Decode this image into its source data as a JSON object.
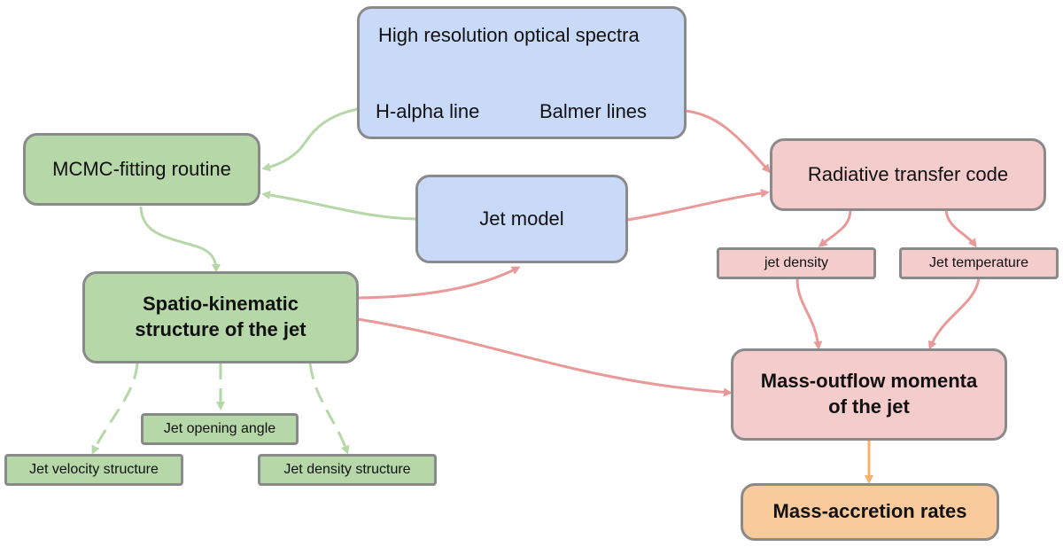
{
  "colors": {
    "blue": "#c9daf8",
    "green": "#b6d7a8",
    "pink": "#f4cccc",
    "orange": "#f9cb9c",
    "border": "#8a8a8a",
    "green_arrow": "#b6d7a8",
    "pink_arrow": "#ea9999",
    "orange_arrow": "#f6b26b"
  },
  "spectra": {
    "title": "High resolution optical spectra",
    "halpha": "H-alpha line",
    "balmer": "Balmer lines"
  },
  "mcmc": "MCMC-fitting routine",
  "jet_model": "Jet model",
  "spatio_line1": "Spatio-kinematic",
  "spatio_line2": "structure of the jet",
  "radiative": "Radiative transfer code",
  "jet_density": "jet density",
  "jet_temperature": "Jet temperature",
  "massout_line1": "Mass-outflow momenta",
  "massout_line2": "of the jet",
  "massacc": "Mass-accretion rates",
  "opening": "Jet opening angle",
  "velocity": "Jet velocity structure",
  "density_structure": "Jet density structure"
}
